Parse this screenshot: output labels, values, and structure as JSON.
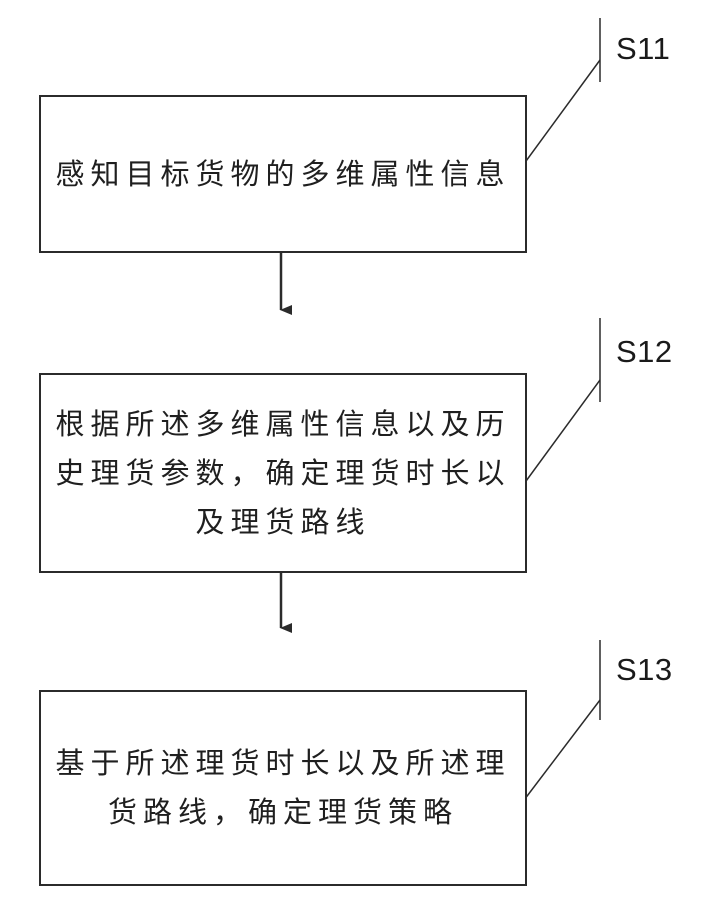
{
  "steps": [
    {
      "label": "S11",
      "text": "感知目标货物的多维属性信息"
    },
    {
      "label": "S12",
      "text": "根据所述多维属性信息以及历史理货参数，确定理货时长以及理货路线"
    },
    {
      "label": "S13",
      "text": "基于所述理货时长以及所述理货路线，确定理货策略"
    }
  ],
  "colors": {
    "box_border": "#2b2b2b",
    "arrow": "#2b2b2b",
    "text": "#1f1f1f"
  }
}
